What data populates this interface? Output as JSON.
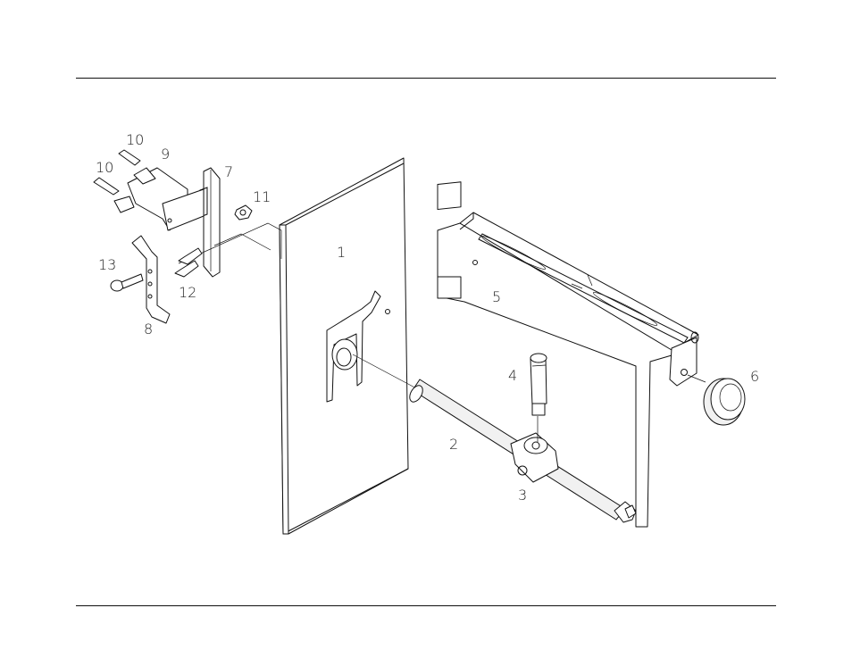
{
  "diagram": {
    "callouts": [
      {
        "id": "1",
        "label": "1"
      },
      {
        "id": "2",
        "label": "2"
      },
      {
        "id": "3",
        "label": "3"
      },
      {
        "id": "4",
        "label": "4"
      },
      {
        "id": "5",
        "label": "5"
      },
      {
        "id": "6",
        "label": "6"
      },
      {
        "id": "7",
        "label": "7"
      },
      {
        "id": "8",
        "label": "8"
      },
      {
        "id": "9",
        "label": "9"
      },
      {
        "id": "10a",
        "label": "10"
      },
      {
        "id": "10b",
        "label": "10"
      },
      {
        "id": "11",
        "label": "11"
      },
      {
        "id": "12",
        "label": "12"
      },
      {
        "id": "13",
        "label": "13"
      }
    ]
  }
}
